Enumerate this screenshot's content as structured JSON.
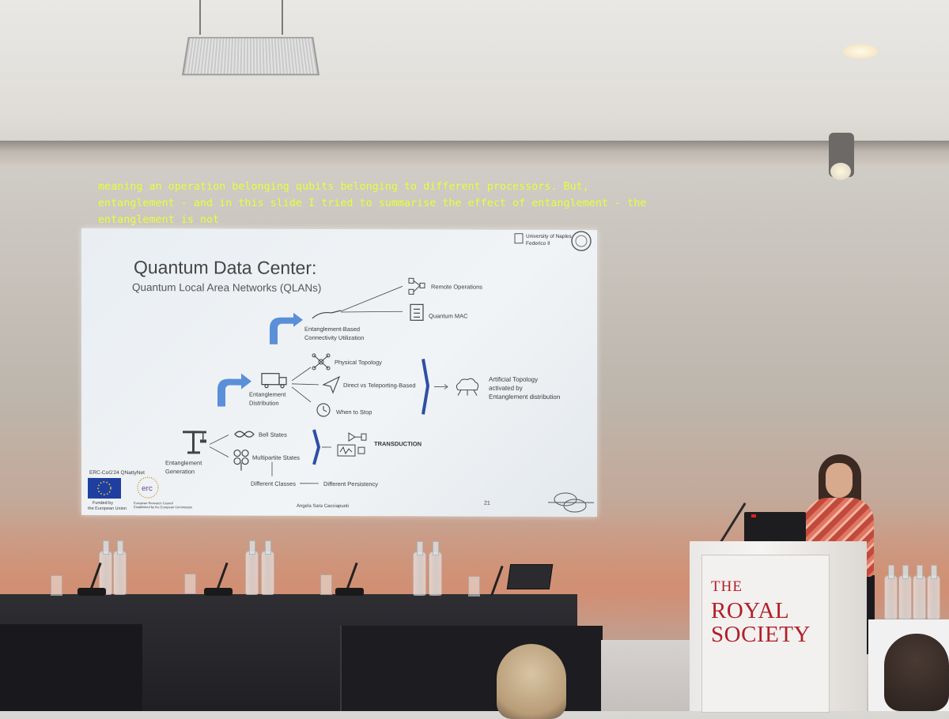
{
  "caption": {
    "lines": [
      "meaning an operation belonging qubits belonging to different processors.  But,",
      "entanglement - and in this slide I tried to summarise the effect of entanglement - the",
      "entanglement is not"
    ],
    "color": "#e8ff3a"
  },
  "slide": {
    "title": "Quantum Data Center:",
    "subtitle": "Quantum Local Area Networks (QLANs)",
    "university": [
      "University of Naples",
      "Federico II"
    ],
    "nodes": {
      "remote_operations": "Remote Operations",
      "quantum_mac": "Quantum MAC",
      "eb_connectivity_1": "Entanglement-Based",
      "eb_connectivity_2": "Connectivity Utilization",
      "physical_topology": "Physical Topology",
      "direct_vs": "Direct vs Teleporting-Based",
      "when_to_stop": "When to Stop",
      "ent_distribution_1": "Entanglement",
      "ent_distribution_2": "Distribution",
      "artificial_1": "Artificial Topology",
      "artificial_2": "activated by",
      "artificial_3": "Entanglement distribution",
      "bell_states": "Bell States",
      "multipartite": "Multipartite States",
      "transduction": "TRANSDUCTION",
      "ent_generation_1": "Entanglement",
      "ent_generation_2": "Generation",
      "different_classes": "Different Classes",
      "different_persistency": "Different Persistency"
    },
    "footer": {
      "grant": "ERC-CoG'24 QNattyNet",
      "eu_1": "Funded by",
      "eu_2": "the European Union",
      "erc": "erc",
      "erc_sub_1": "European Research Council",
      "erc_sub_2": "Established by the European Commission",
      "author": "Angela Sara Cacciapuoti",
      "page": "21"
    },
    "accent_color": "#5b8fd8"
  },
  "lectern": {
    "logo_the": "THE",
    "logo_royal": "ROYAL",
    "logo_society": "SOCIETY",
    "logo_color": "#b0202a"
  }
}
